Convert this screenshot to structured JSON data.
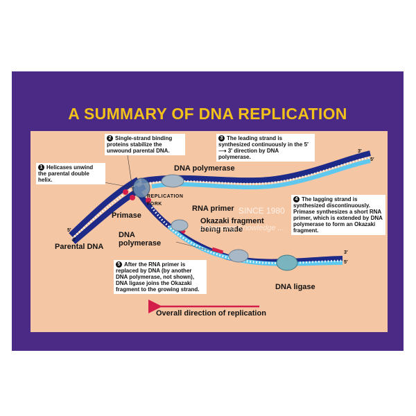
{
  "title": "A SUMMARY OF DNA REPLICATION",
  "notes": {
    "helicase": {
      "number": "1",
      "text": "Helicases unwind the parental double helix."
    },
    "ssb": {
      "number": "2",
      "text": "Single-strand binding proteins stabilize the unwound parental DNA."
    },
    "leading": {
      "number": "3",
      "text": "The leading strand is synthesized continuously in the 5′ ⟶ 3′ direction by DNA polymerase."
    },
    "lagging": {
      "number": "4",
      "text": "The lagging strand is synthesized discontinuously. Primase synthesizes a short RNA primer, which is extended by DNA polymerase to form an Okazaki fragment."
    },
    "ligase": {
      "number": "5",
      "text": "After the RNA primer is replaced by DNA (by another DNA polymerase, not shown), DNA ligase joins the Okazaki fragment to the growing strand."
    }
  },
  "labels": {
    "dna_polymerase_top": "DNA polymerase",
    "replication_fork": "REPLICATION\nFORK",
    "rna_primer": "RNA primer",
    "primase": "Primase",
    "okazaki": "Okazaki fragment\nbeing made",
    "dna_polymerase_bottom": "DNA\npolymerase",
    "parental_dna": "Parental DNA",
    "dna_ligase": "DNA ligase",
    "overall_direction": "Overall direction of replication"
  },
  "strand_ends": {
    "left_top": "5′",
    "left_bottom": "3′",
    "right_top_a": "3′",
    "right_top_b": "5′",
    "right_bottom_a": "3′",
    "right_bottom_b": "5′"
  },
  "watermark": {
    "since": "SINCE 1980",
    "tagline": "Enhancing Knowledge ..."
  },
  "colors": {
    "background": "#4a2a84",
    "panel": "#f5c6a4",
    "title": "#f2c21a",
    "parental_strand": "#1d2a88",
    "new_strand": "#5fc8ef",
    "rna_primer": "#d41e4a",
    "arrow": "#d41e4a"
  }
}
